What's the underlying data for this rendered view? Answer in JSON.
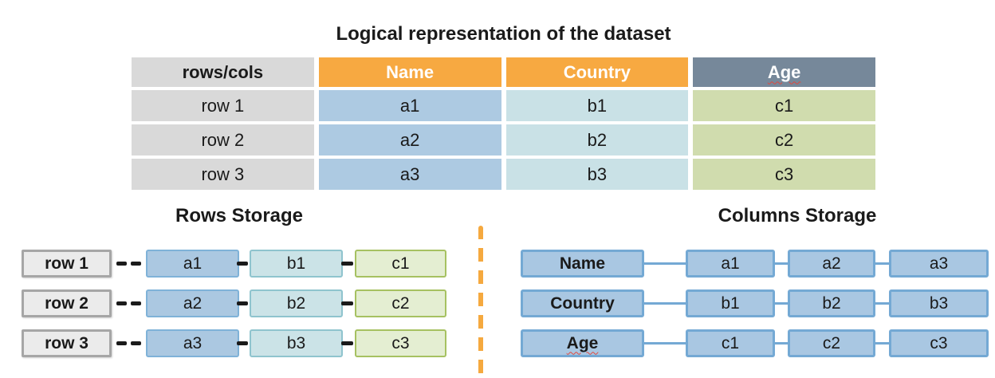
{
  "logical_table": {
    "title": "Logical representation of the dataset",
    "header": [
      "rows/cols",
      "Name",
      "Country",
      "Age"
    ],
    "rows": [
      {
        "label": "row 1",
        "cells": [
          "a1",
          "b1",
          "c1"
        ]
      },
      {
        "label": "row 2",
        "cells": [
          "a2",
          "b2",
          "c2"
        ]
      },
      {
        "label": "row 3",
        "cells": [
          "a3",
          "b3",
          "c3"
        ]
      }
    ]
  },
  "rows_storage": {
    "title": "Rows Storage",
    "rows": [
      {
        "label": "row 1",
        "cells": [
          "a1",
          "b1",
          "c1"
        ]
      },
      {
        "label": "row 2",
        "cells": [
          "a2",
          "b2",
          "c2"
        ]
      },
      {
        "label": "row 3",
        "cells": [
          "a3",
          "b3",
          "c3"
        ]
      }
    ]
  },
  "columns_storage": {
    "title": "Columns Storage",
    "rows": [
      {
        "label": "Name",
        "cells": [
          "a1",
          "a2",
          "a3"
        ]
      },
      {
        "label": "Country",
        "cells": [
          "b1",
          "b2",
          "b3"
        ]
      },
      {
        "label": "Age",
        "cells": [
          "c1",
          "c2",
          "c3"
        ]
      }
    ]
  },
  "colors": {
    "header_orange": "#f7a941",
    "header_slate": "#76889a",
    "cell_gray": "#d9d9d9",
    "cell_blue": "#adcae2",
    "cell_cyan": "#c9e1e6",
    "cell_green": "#d0dcae",
    "storage_blue_border": "#74a9d4",
    "divider_orange": "#f5a93f",
    "spellcheck_red": "#e0483e"
  }
}
